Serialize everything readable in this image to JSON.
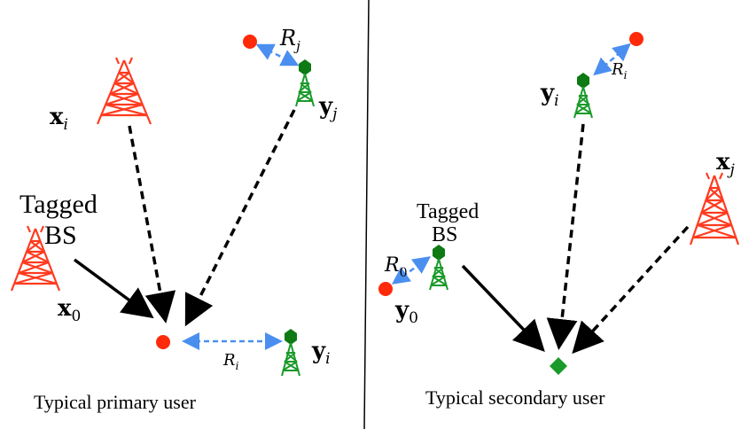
{
  "left_panel": {
    "caption": "Typical primary user",
    "tagged_label_line1": "Tagged",
    "tagged_label_line2": "BS",
    "x_i_label": {
      "base": "x",
      "sub": "i"
    },
    "y_j_label": {
      "base": "y",
      "sub": "j"
    },
    "x_0_label": {
      "base": "x",
      "sub": "0"
    },
    "y_i_label": {
      "base": "y",
      "sub": "i"
    },
    "R_j_label": {
      "base": "R",
      "sub": "j"
    },
    "R_i_label": {
      "base": "R",
      "sub": "i"
    }
  },
  "right_panel": {
    "caption": "Typical secondary user",
    "tagged_label_line1": "Tagged",
    "tagged_label_line2": "BS",
    "y_i_label": {
      "base": "y",
      "sub": "i"
    },
    "x_j_label": {
      "base": "x",
      "sub": "j"
    },
    "y_0_label": {
      "base": "y",
      "sub": "0"
    },
    "R_i_label": {
      "base": "R",
      "sub": "i"
    },
    "R_0_label": {
      "base": "R",
      "sub": "0"
    }
  },
  "colors": {
    "primary_bs": "#ff3b1f",
    "secondary_bs": "#1a9a2a",
    "secondary_head": "#0d7a14",
    "user_dot": "#ff2a0a",
    "radius_arrow": "#4a8ff0",
    "secondary_user_marker": "#1a9a2a"
  }
}
